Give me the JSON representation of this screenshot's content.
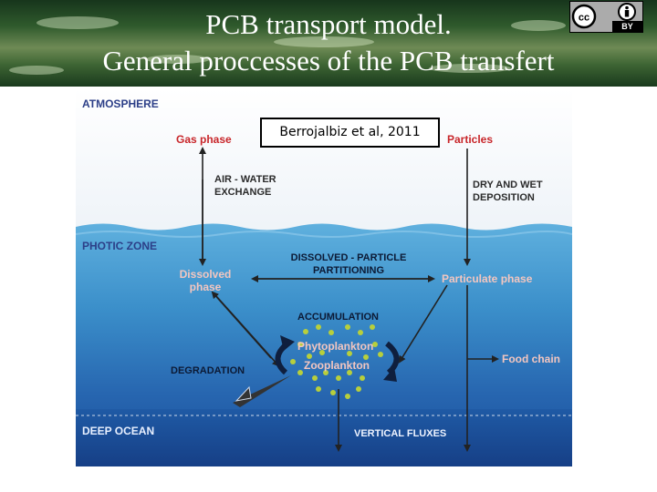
{
  "slide": {
    "title_line1": "PCB transport model.",
    "title_line2": "General proccesses of the PCB transfert",
    "license_badge": {
      "icons": [
        "cc-icon",
        "attribution-icon"
      ],
      "label": "BY"
    },
    "citation": "Berrojalbiz et al, 2011"
  },
  "diagram": {
    "zones": {
      "atmosphere": "ATMOSPHERE",
      "photic": "PHOTIC  ZONE",
      "deep": "DEEP OCEAN"
    },
    "compartments": {
      "gas_phase": "Gas phase",
      "particles": "Particles",
      "dissolved": [
        "Dissolved",
        "phase"
      ],
      "particulate": "Particulate phase",
      "phytoplankton": "Phytoplankton",
      "zooplankton": "Zooplankton",
      "food_chain": "Food chain"
    },
    "processes": {
      "air_water": [
        "AIR - WATER",
        "EXCHANGE"
      ],
      "dry_wet": [
        "DRY AND WET",
        "DEPOSITION"
      ],
      "partitioning": [
        "DISSOLVED - PARTICLE",
        "PARTITIONING"
      ],
      "accumulation": "ACCUMULATION",
      "degradation": "DEGRADATION",
      "vertical_fluxes": "VERTICAL FLUXES"
    },
    "colors": {
      "sky": "#f4f7fb",
      "water_top": "#49a0d4",
      "water_deep": "#1a4e9a",
      "compartment_text": "#c8262a",
      "zone_text": "#2c3f88",
      "plankton_dots": "#b7cf3c"
    }
  }
}
